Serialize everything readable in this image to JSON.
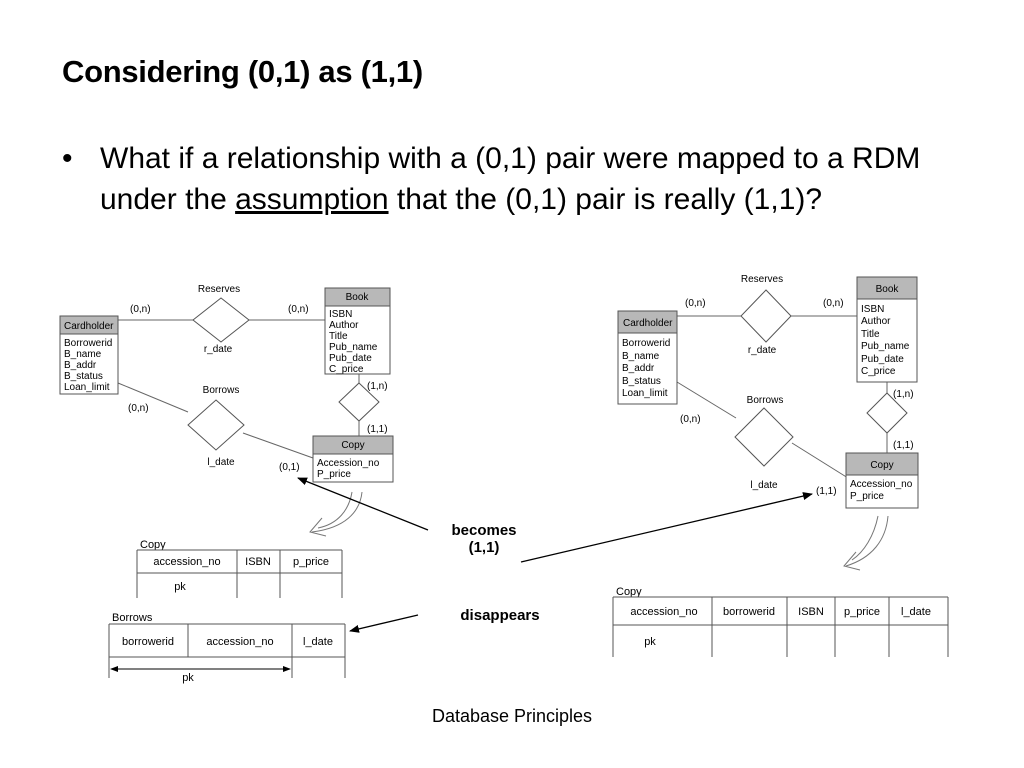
{
  "slide": {
    "title": "Considering (0,1) as (1,1)",
    "bullet_symbol": "•",
    "bullet_before": "What if a relationship with a (0,1) pair were mapped to a RDM under the ",
    "bullet_underlined": "assumption",
    "bullet_after": " that the (0,1) pair is really (1,1)?",
    "footer": "Database Principles"
  },
  "annotations": {
    "becomes_line1": "becomes",
    "becomes_line2": "(1,1)",
    "disappears": "disappears"
  },
  "left_diagram": {
    "cardholder": {
      "title": "Cardholder",
      "attrs": [
        "Borrowerid",
        "B_name",
        "B_addr",
        "B_status",
        "Loan_limit"
      ]
    },
    "book": {
      "title": "Book",
      "attrs": [
        "ISBN",
        "Author",
        "Title",
        "Pub_name",
        "Pub_date",
        "C_price"
      ]
    },
    "copy": {
      "title": "Copy",
      "attrs": [
        "Accession_no",
        "P_price"
      ]
    },
    "reserves": {
      "name": "Reserves",
      "attr": "r_date",
      "card_left": "(0,n)",
      "card_right": "(0,n)"
    },
    "borrows": {
      "name": "Borrows",
      "attr": "l_date",
      "card_left": "(0,n)",
      "card_right": "(0,1)"
    },
    "book_copy": {
      "card_top": "(1,n)",
      "card_bottom": "(1,1)"
    },
    "copy_table": {
      "name": "Copy",
      "columns": [
        "accession_no",
        "ISBN",
        "p_price"
      ],
      "pk": "pk"
    },
    "borrows_table": {
      "name": "Borrows",
      "columns": [
        "borrowerid",
        "accession_no",
        "l_date"
      ],
      "pk": "pk"
    }
  },
  "right_diagram": {
    "cardholder": {
      "title": "Cardholder",
      "attrs": [
        "Borrowerid",
        "B_name",
        "B_addr",
        "B_status",
        "Loan_limit"
      ]
    },
    "book": {
      "title": "Book",
      "attrs": [
        "ISBN",
        "Author",
        "Title",
        "Pub_name",
        "Pub_date",
        "C_price"
      ]
    },
    "copy": {
      "title": "Copy",
      "attrs": [
        "Accession_no",
        "P_price"
      ]
    },
    "reserves": {
      "name": "Reserves",
      "attr": "r_date",
      "card_left": "(0,n)",
      "card_right": "(0,n)"
    },
    "borrows": {
      "name": "Borrows",
      "attr": "l_date",
      "card_left": "(0,n)",
      "card_right": "(1,1)"
    },
    "book_copy": {
      "card_top": "(1,n)",
      "card_bottom": "(1,1)"
    },
    "copy_table": {
      "name": "Copy",
      "columns": [
        "accession_no",
        "borrowerid",
        "ISBN",
        "p_price",
        "l_date"
      ],
      "pk": "pk"
    }
  }
}
